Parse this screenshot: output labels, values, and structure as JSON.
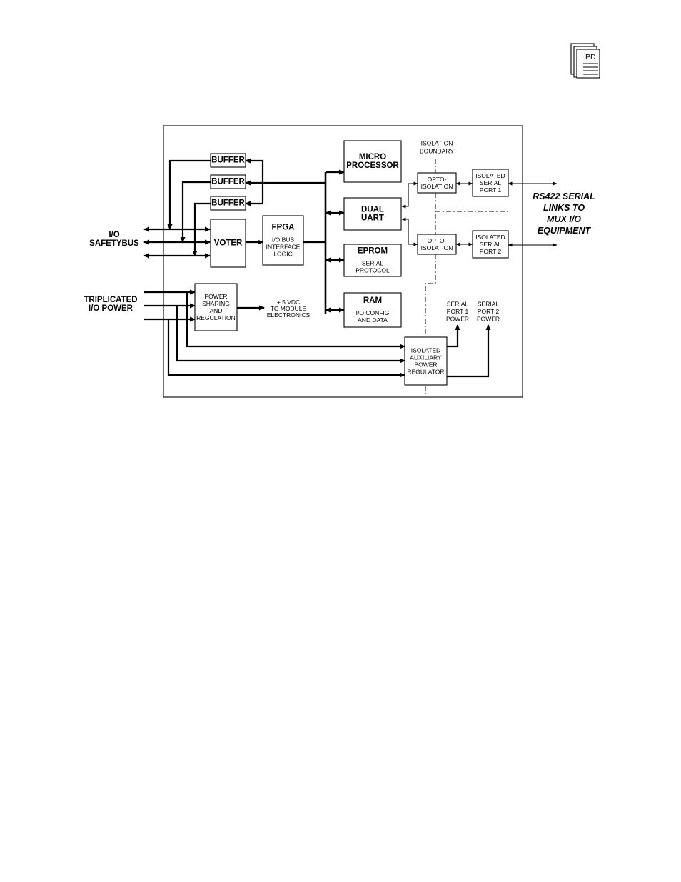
{
  "icons": {
    "document_corner": "pdf-document-icon"
  },
  "doc_icon": {
    "text": "PD"
  },
  "labels": {
    "io_safetybus": [
      "I/O",
      "SAFETYBUS"
    ],
    "triplicated_power": [
      "TRIPLICATED",
      "I/O  POWER"
    ],
    "rs422": [
      "RS422  SERIAL",
      "LINKS  TO",
      "MUX  I/O",
      "EQUIPMENT"
    ],
    "isolation_boundary": [
      "ISOLATION",
      "BOUNDARY"
    ],
    "plus5v": [
      "+ 5 VDC",
      "TO MODULE",
      "ELECTRONICS"
    ],
    "serial_port1_power": [
      "SERIAL",
      "PORT 1",
      "POWER"
    ],
    "serial_port2_power": [
      "SERIAL",
      "PORT 2",
      "POWER"
    ]
  },
  "blocks": {
    "buffer1": {
      "title": [
        "BUFFER"
      ],
      "sub": []
    },
    "buffer2": {
      "title": [
        "BUFFER"
      ],
      "sub": []
    },
    "buffer3": {
      "title": [
        "BUFFER"
      ],
      "sub": []
    },
    "voter": {
      "title": [
        "VOTER"
      ],
      "sub": []
    },
    "fpga": {
      "title": [
        "FPGA"
      ],
      "sub": [
        "I/O BUS",
        "INTERFACE",
        "LOGIC"
      ]
    },
    "microprocessor": {
      "title": [
        "MICRO",
        "PROCESSOR"
      ],
      "sub": []
    },
    "dual_uart": {
      "title": [
        "DUAL",
        "UART"
      ],
      "sub": []
    },
    "eprom": {
      "title": [
        "EPROM"
      ],
      "sub": [
        "SERIAL",
        "PROTOCOL"
      ]
    },
    "ram": {
      "title": [
        "RAM"
      ],
      "sub": [
        "I/O  CONFIG",
        "AND  DATA"
      ]
    },
    "opto1": {
      "title": [],
      "sub": [
        "OPTO-",
        "ISOLATION"
      ]
    },
    "opto2": {
      "title": [],
      "sub": [
        "OPTO-",
        "ISOLATION"
      ]
    },
    "serial_port1": {
      "title": [],
      "sub": [
        "ISOLATED",
        "SERIAL",
        "PORT  1"
      ]
    },
    "serial_port2": {
      "title": [],
      "sub": [
        "ISOLATED",
        "SERIAL",
        "PORT  2"
      ]
    },
    "power_sharing": {
      "title": [],
      "sub": [
        "POWER",
        "SHARING",
        "AND",
        "REGULATION"
      ]
    },
    "aux_regulator": {
      "title": [],
      "sub": [
        "ISOLATED",
        "AUXILIARY",
        "POWER",
        "REGULATOR"
      ]
    }
  }
}
